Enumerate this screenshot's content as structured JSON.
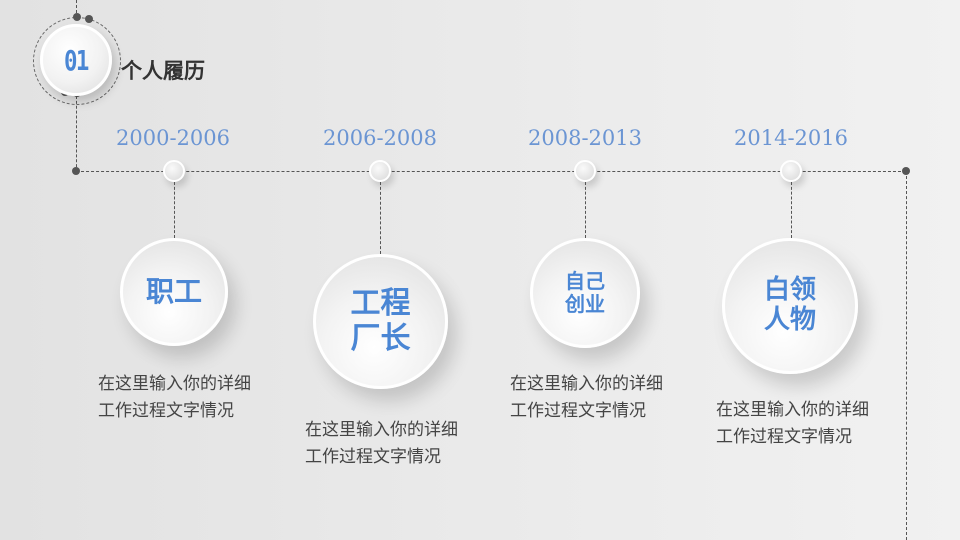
{
  "header": {
    "badge_number": "01",
    "title": "个人履历"
  },
  "colors": {
    "accent": "#4a86d4",
    "year_text": "#6b95d3",
    "line": "#555555",
    "body_text": "#444444"
  },
  "timeline": [
    {
      "years": "2000-2006",
      "role": "职工",
      "description": "在这里输入你的详细工作过程文字情况"
    },
    {
      "years": "2006-2008",
      "role": "工程\n厂长",
      "description": "在这里输入你的详细工作过程文字情况"
    },
    {
      "years": "2008-2013",
      "role": "自己\n创业",
      "description": "在这里输入你的详细工作过程文字情况"
    },
    {
      "years": "2014-2016",
      "role": "白领\n人物",
      "description": "在这里输入你的详细工作过程文字情况"
    }
  ]
}
